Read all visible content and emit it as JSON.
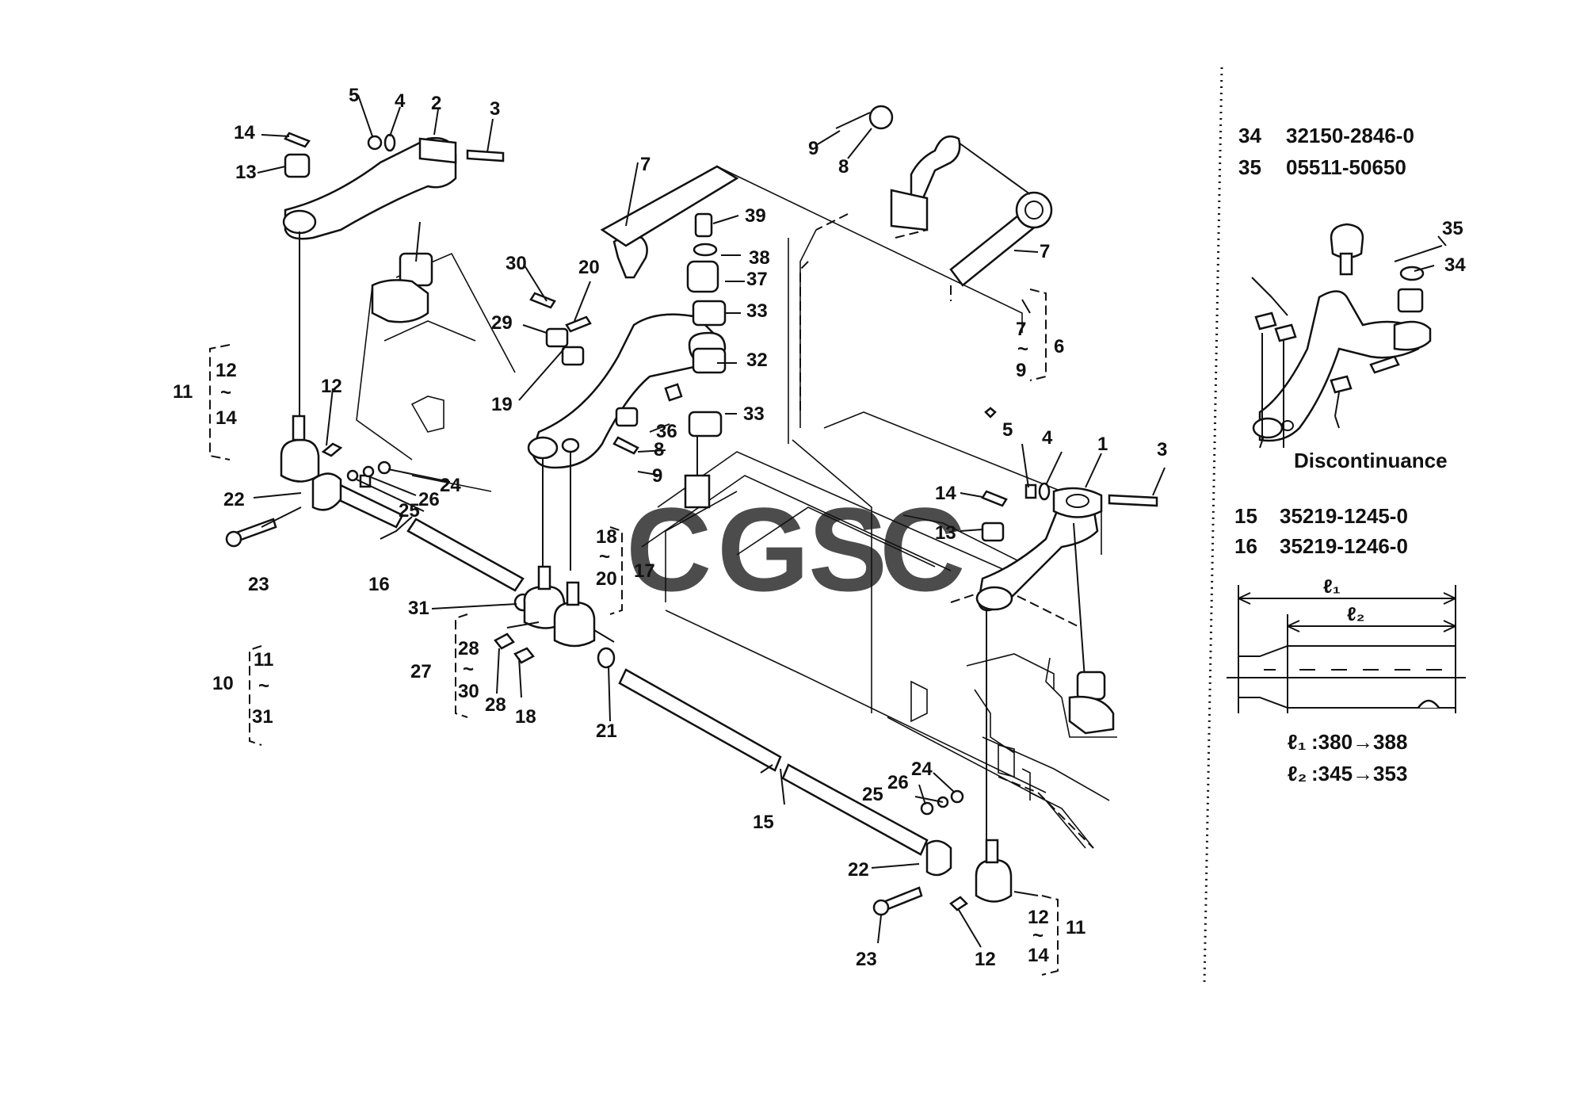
{
  "callouts": [
    {
      "id": "c1",
      "text": "1"
    },
    {
      "id": "c2",
      "text": "2"
    },
    {
      "id": "c3a",
      "text": "3"
    },
    {
      "id": "c3b",
      "text": "3"
    },
    {
      "id": "c4a",
      "text": "4"
    },
    {
      "id": "c4b",
      "text": "4"
    },
    {
      "id": "c5a",
      "text": "5"
    },
    {
      "id": "c5b",
      "text": "5"
    },
    {
      "id": "c6",
      "text": "6"
    },
    {
      "id": "c7a",
      "text": "7"
    },
    {
      "id": "c7b",
      "text": "7"
    },
    {
      "id": "c8a",
      "text": "8"
    },
    {
      "id": "c8b",
      "text": "8"
    },
    {
      "id": "c9a",
      "text": "9"
    },
    {
      "id": "c9b",
      "text": "9"
    },
    {
      "id": "c12a",
      "text": "12"
    },
    {
      "id": "c12b",
      "text": "12"
    },
    {
      "id": "c13a",
      "text": "13"
    },
    {
      "id": "c13b",
      "text": "13"
    },
    {
      "id": "c14a",
      "text": "14"
    },
    {
      "id": "c14b",
      "text": "14"
    },
    {
      "id": "c15",
      "text": "15"
    },
    {
      "id": "c16",
      "text": "16"
    },
    {
      "id": "c17",
      "text": "17"
    },
    {
      "id": "c18",
      "text": "18"
    },
    {
      "id": "c19",
      "text": "19"
    },
    {
      "id": "c20",
      "text": "20"
    },
    {
      "id": "c21",
      "text": "21"
    },
    {
      "id": "c22a",
      "text": "22"
    },
    {
      "id": "c22b",
      "text": "22"
    },
    {
      "id": "c23a",
      "text": "23"
    },
    {
      "id": "c23b",
      "text": "23"
    },
    {
      "id": "c24a",
      "text": "24"
    },
    {
      "id": "c24b",
      "text": "24"
    },
    {
      "id": "c25a",
      "text": "25"
    },
    {
      "id": "c25b",
      "text": "25"
    },
    {
      "id": "c26a",
      "text": "26"
    },
    {
      "id": "c26b",
      "text": "26"
    },
    {
      "id": "c27",
      "text": "27"
    },
    {
      "id": "c28",
      "text": "28"
    },
    {
      "id": "c29",
      "text": "29"
    },
    {
      "id": "c30",
      "text": "30"
    },
    {
      "id": "c31",
      "text": "31"
    },
    {
      "id": "c32",
      "text": "32"
    },
    {
      "id": "c33a",
      "text": "33"
    },
    {
      "id": "c33b",
      "text": "33"
    },
    {
      "id": "c34",
      "text": "34"
    },
    {
      "id": "c35",
      "text": "35"
    },
    {
      "id": "c36",
      "text": "36"
    },
    {
      "id": "c37",
      "text": "37"
    },
    {
      "id": "c38",
      "text": "38"
    },
    {
      "id": "c39",
      "text": "39"
    }
  ],
  "groups": [
    {
      "id": "g11a",
      "label": "11",
      "from": "12",
      "to": "14"
    },
    {
      "id": "g11b",
      "label": "11",
      "from": "12",
      "to": "14"
    },
    {
      "id": "g10",
      "label": "10",
      "from": "11",
      "to": "31"
    },
    {
      "id": "g27",
      "label": "27",
      "from": "28",
      "to": "30"
    },
    {
      "id": "g6",
      "label": "6",
      "from": "7",
      "to": "9"
    },
    {
      "id": "g17",
      "label": "17",
      "from": "18",
      "to": "20"
    }
  ],
  "side_panel": {
    "parts_top": [
      {
        "ref": "34",
        "number": "32150-2846-0"
      },
      {
        "ref": "35",
        "number": "05511-50650"
      }
    ],
    "note": "Discontinuance",
    "parts_bottom": [
      {
        "ref": "15",
        "number": "35219-1245-0"
      },
      {
        "ref": "16",
        "number": "35219-1246-0"
      }
    ],
    "dimensions": [
      {
        "symbol": "ℓ₁",
        "text": ":380→388"
      },
      {
        "symbol": "ℓ₂",
        "text": ":345→353"
      }
    ],
    "dim_labels": {
      "l1": "ℓ₁",
      "l2": "ℓ₂"
    }
  },
  "watermark": {
    "letters": [
      {
        "char": "C",
        "color": "#6aa6f0"
      },
      {
        "char": "G",
        "color": "#ef8a84"
      },
      {
        "char": "S",
        "color": "#f5d36e"
      },
      {
        "char": "C",
        "color": "#5fae86"
      }
    ]
  }
}
